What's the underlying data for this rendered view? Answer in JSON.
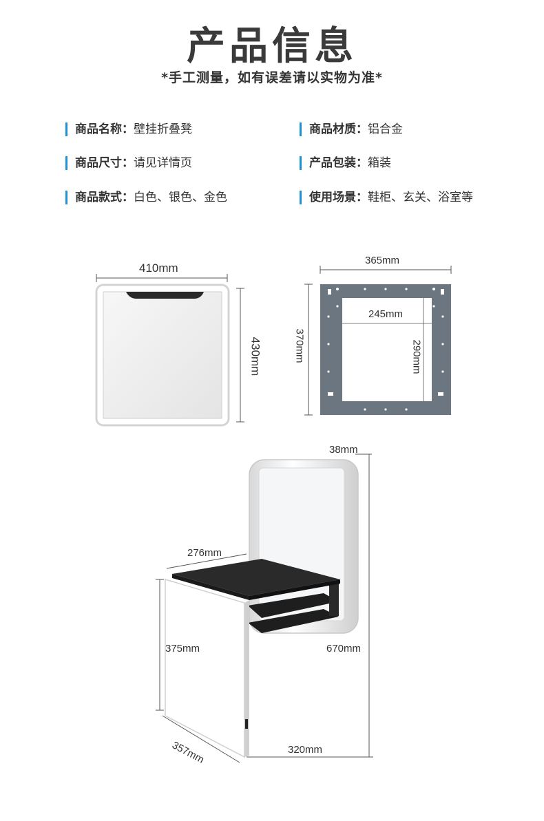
{
  "header": {
    "title": "产品信息",
    "subtitle": "*手工测量，如有误差请以实物为准*"
  },
  "specs": {
    "name": {
      "label": "商品名称：",
      "value": "壁挂折叠凳"
    },
    "material": {
      "label": "商品材质：",
      "value": "铝合金"
    },
    "size": {
      "label": "商品尺寸：",
      "value": "请见详情页"
    },
    "package": {
      "label": "产品包装：",
      "value": "箱装"
    },
    "style": {
      "label": "商品款式：",
      "value": "白色、银色、金色"
    },
    "scene": {
      "label": "使用场景：",
      "value": "鞋柜、玄关、浴室等"
    }
  },
  "dimensions": {
    "front_width": "410mm",
    "front_height": "430mm",
    "frame_width": "365mm",
    "frame_height": "370mm",
    "frame_inner_width": "245mm",
    "frame_inner_height": "290mm",
    "back_depth": "38mm",
    "seat_width": "276mm",
    "leg_height": "375mm",
    "total_height": "670mm",
    "bottom_depth": "357mm",
    "bottom_width": "320mm"
  },
  "colors": {
    "accent": "#1f8fd6",
    "frame_gray": "#6b7681",
    "seat_black": "#2a2a2a"
  }
}
